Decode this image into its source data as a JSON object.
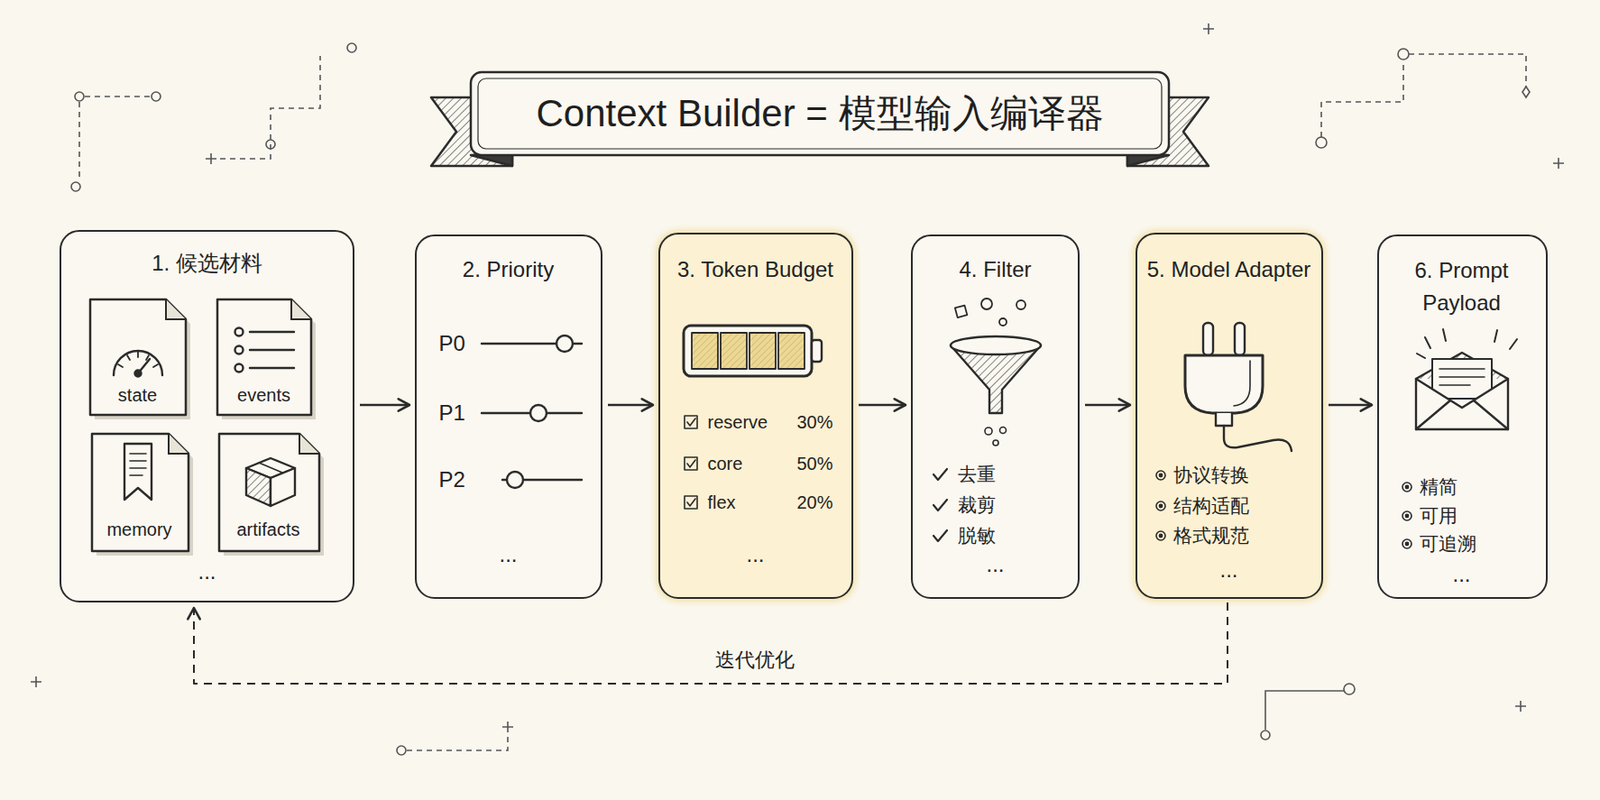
{
  "diagram": {
    "title": "Context Builder = 模型输入编译器",
    "nodes": [
      {
        "text": [
          "1. 候选材料",
          "..."
        ]
      },
      {
        "text": [
          "state"
        ],
        "in": 0
      },
      {
        "text": [
          "events"
        ],
        "in": 0
      },
      {
        "text": [
          "memory"
        ],
        "in": 0
      },
      {
        "text": [
          "artifacts"
        ],
        "in": 0
      },
      {
        "text": [
          "2. Priority",
          "P0",
          "P1",
          "P2",
          "..."
        ]
      },
      {
        "text": [
          "3. Token Budget",
          "reserve",
          "30%",
          "core",
          "50%",
          "flex",
          "20%",
          "..."
        ]
      },
      {
        "text": [
          "4. Filter",
          "去重",
          "裁剪",
          "脱敏",
          "..."
        ]
      },
      {
        "text": [
          "5. Model Adapter",
          "协议转换",
          "结构适配",
          "格式规范",
          "..."
        ]
      },
      {
        "text": [
          "6. Prompt Payload",
          "精简",
          "可用",
          "可追溯",
          "..."
        ]
      }
    ],
    "edges": [
      {
        "from": 0,
        "to": 5,
        "arrow": "to"
      },
      {
        "from": 5,
        "to": 6,
        "arrow": "to"
      },
      {
        "from": 6,
        "to": 7,
        "arrow": "to"
      },
      {
        "from": 7,
        "to": 8,
        "arrow": "to"
      },
      {
        "from": 8,
        "to": 9,
        "arrow": "to"
      },
      {
        "from": 8,
        "to": 0,
        "label": "迭代优化",
        "arrow": "to"
      }
    ]
  }
}
